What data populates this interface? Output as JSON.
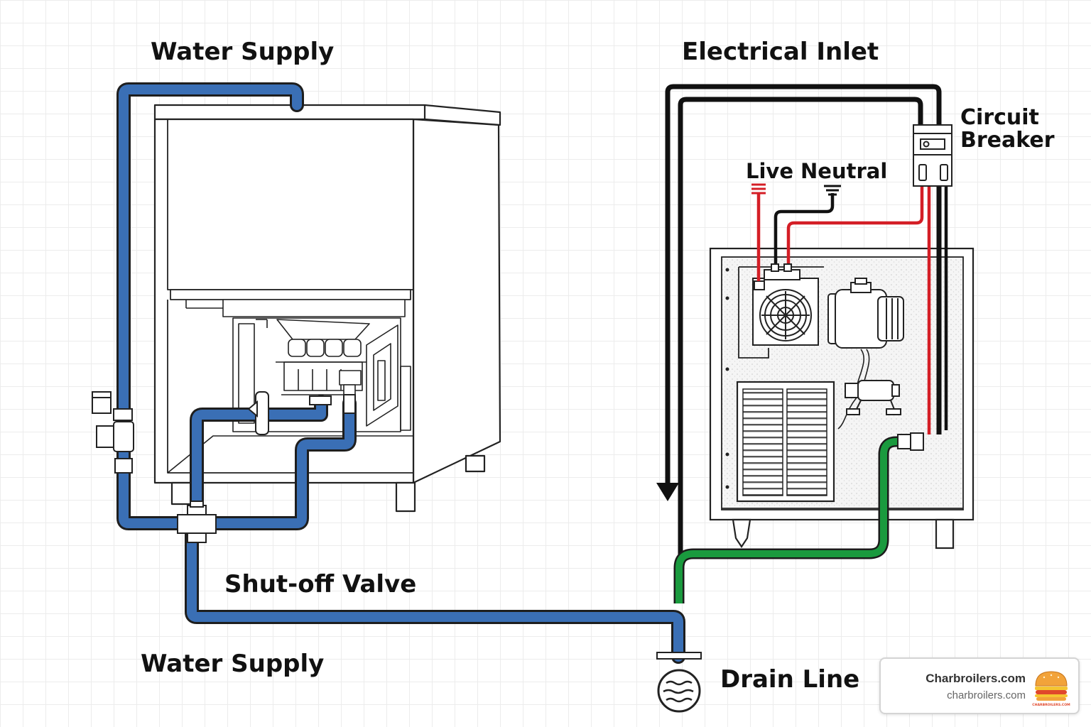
{
  "labels": {
    "water_supply_top": "Water Supply",
    "electrical_inlet": "Electrical Inlet",
    "circuit_breaker": "Circuit Breaker",
    "live": "Live",
    "neutral": "Neutral",
    "shutoff_valve": "Shut-off Valve",
    "water_supply_bottom": "Water Supply",
    "drain_line": "Drain Line"
  },
  "brand": {
    "name": "Charbroilers.com",
    "url": "charbroilers.com",
    "logo_text": "CHARBROILERS.COM",
    "icon": "burger-logo-icon"
  },
  "colors": {
    "water_pipe": "#3a6fb5",
    "live_wire": "#d41e26",
    "neutral_wire": "#111111",
    "drain_pipe": "#1a9a3e",
    "outline": "#222222"
  }
}
